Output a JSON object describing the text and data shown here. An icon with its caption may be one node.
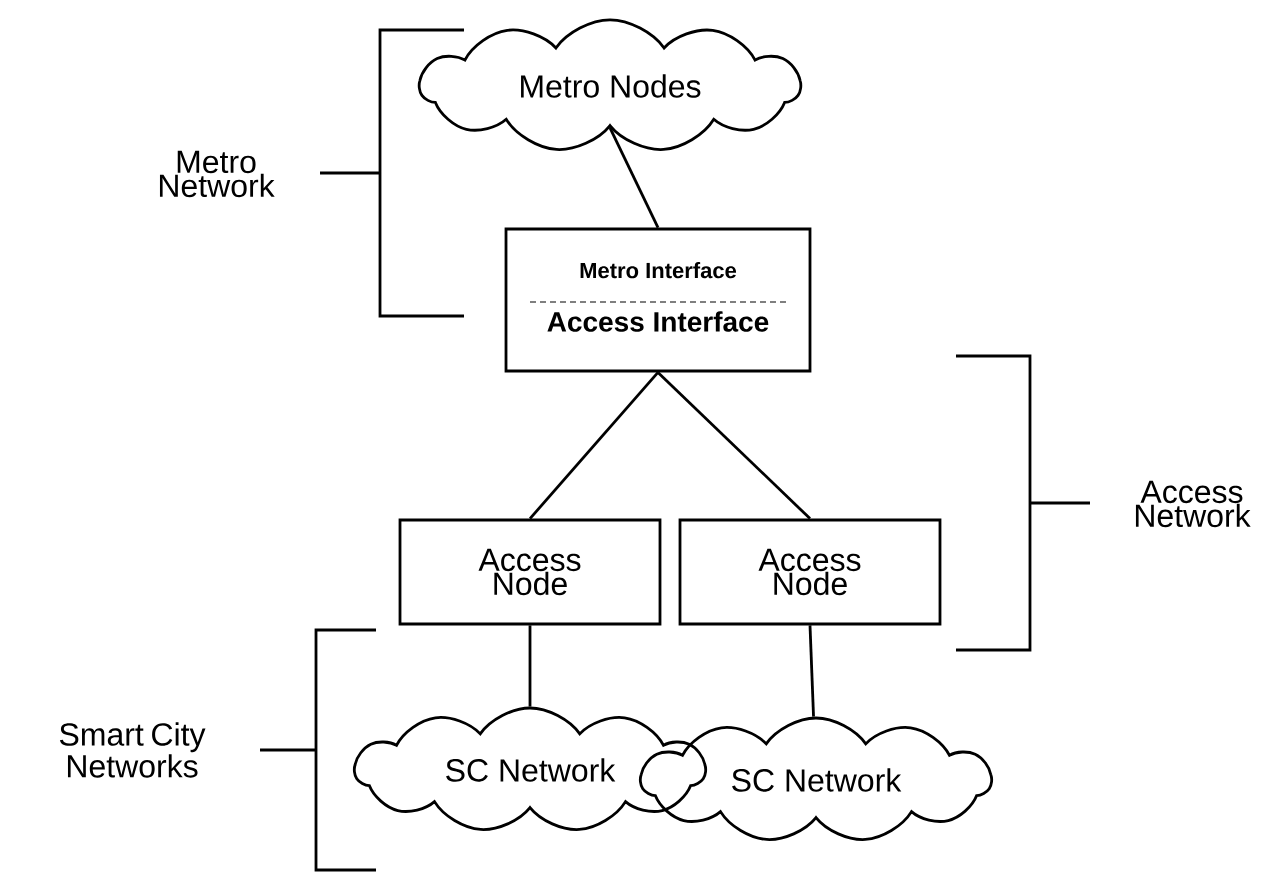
{
  "diagram": {
    "nodes": [
      {
        "text": [
          "Metro Nodes"
        ]
      },
      {
        "text": [
          "Metro Interface",
          "Access Interface"
        ]
      },
      {
        "text": [
          "Access Node"
        ]
      },
      {
        "text": [
          "Access Node"
        ]
      },
      {
        "text": [
          "SC Network"
        ]
      },
      {
        "text": [
          "SC Network"
        ]
      }
    ],
    "edges": [
      {
        "from": 0,
        "to": 1,
        "arrow": "none"
      },
      {
        "from": 1,
        "to": 2,
        "arrow": "none"
      },
      {
        "from": 1,
        "to": 3,
        "arrow": "none"
      },
      {
        "from": 2,
        "to": 4,
        "arrow": "none"
      },
      {
        "from": 3,
        "to": 5,
        "arrow": "none"
      }
    ],
    "labels": [
      "Metro Network",
      "Access Network",
      "Smart City Networks"
    ]
  }
}
